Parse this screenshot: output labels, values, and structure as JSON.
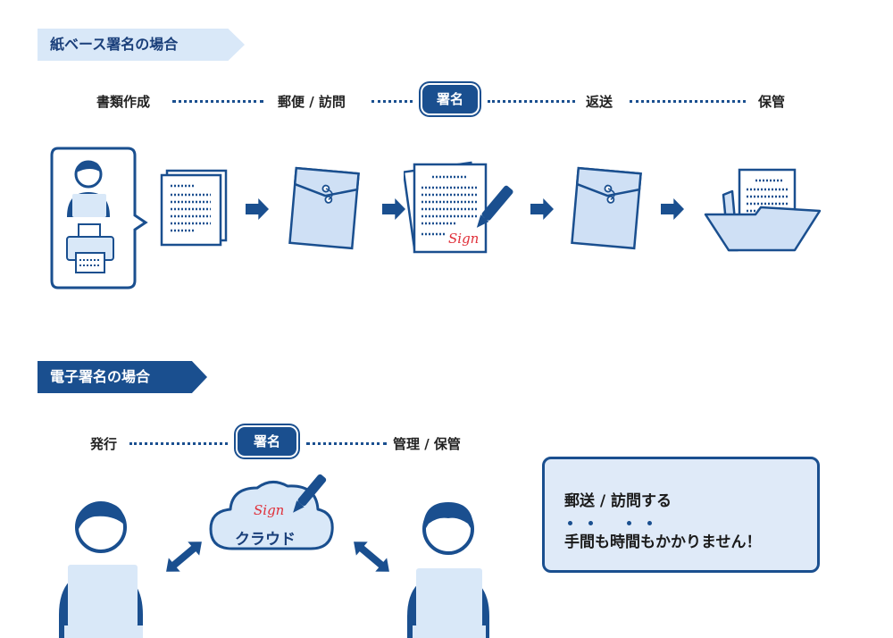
{
  "paper": {
    "banner": "紙ベース署名の場合",
    "steps": {
      "create": "書類作成",
      "mail_visit": "郵便 / 訪問",
      "sign": "署名",
      "return": "返送",
      "store": "保管"
    }
  },
  "digital": {
    "banner": "電子署名の場合",
    "steps": {
      "issue": "発行",
      "sign": "署名",
      "manage": "管理 / 保管"
    },
    "cloud_label": "クラウド",
    "message": {
      "line1": "郵送 / 訪問する",
      "line2": "手間も時間もかかりません！"
    }
  },
  "sign_word": "Sign",
  "colors": {
    "primary": "#1a4f8f",
    "light": "#d9e8f8",
    "paper_fill": "#cfe0f5",
    "accent_red": "#e0303a"
  }
}
